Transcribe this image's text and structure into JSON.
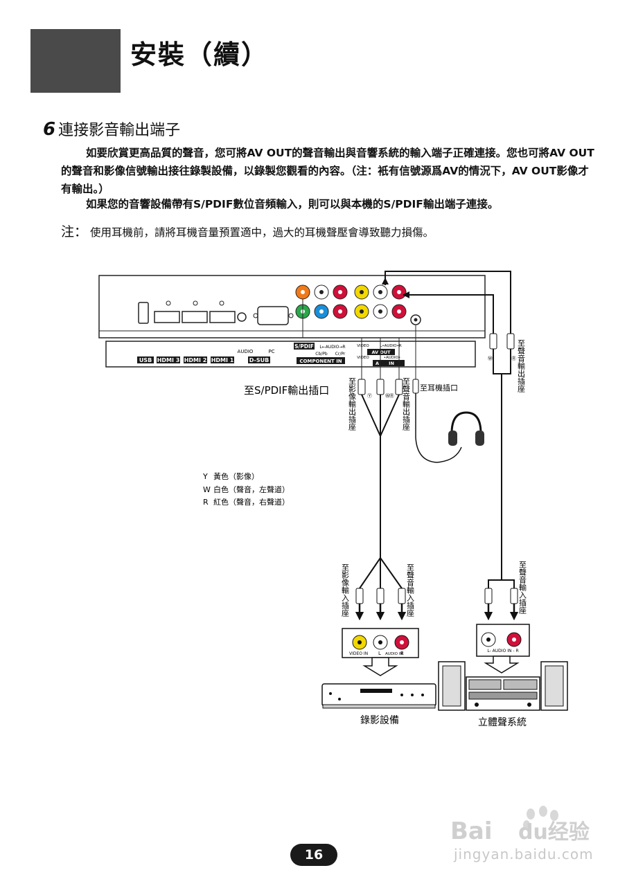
{
  "page": {
    "title": "安裝（續）",
    "page_number": "16",
    "watermark_logo_text": "Baidu经验",
    "watermark_url": "jingyan.baidu.com"
  },
  "section": {
    "number": "6",
    "title": "連接影音輸出端子"
  },
  "paragraphs": {
    "p1": "如要欣賞更高品質的聲音，您可將AV OUT的聲音輸出與音響系統的輸入端子正確連接。您也可將AV OUT的聲音和影像信號輸出接往錄製設備，以錄製您觀看的內容。（注：衹有信號源爲AV的情況下，AV OUT影像才有輸出。）",
    "p2": "如果您的音響設備帶有S/PDIF數位音頻輸入，則可以與本機的S/PDIF輸出端子連接。"
  },
  "note": {
    "label": "注：",
    "text": "使用耳機前，請將耳機音量預置適中，過大的耳機聲壓會導致聽力損傷。"
  },
  "diagram": {
    "ports": {
      "usb": "USB",
      "hdmi3": "HDMI 3",
      "hdmi2": "HDMI 2",
      "hdmi1": "HDMI 1",
      "audio": "AUDIO",
      "pc": "PC",
      "dsub": "D-SUB",
      "spdif": "S/PDIF",
      "audio_lr": "L←AUDIO→R",
      "cb_pb": "Cb/Pb",
      "cr_pr": "Cr/Pr",
      "component_in": "COMPONENT IN",
      "video_top": "VIDEO",
      "audio_lr2": "L•AUDIO•R",
      "av_out": "AV OUT",
      "video_bottom": "VIDEO",
      "audio_mid": "•AUDIO•",
      "av_in_a": "A",
      "av_in": "IN"
    },
    "labels": {
      "to_spdif": "至S/PDIF輸出插口",
      "to_video_out": "至影像輸出插座",
      "to_audio_out_left": "至聲音輸出插座",
      "to_headphone": "至耳機插口",
      "to_audio_out_right": "至聲音輸出插座",
      "to_video_in": "至影像輸入插座",
      "to_audio_in_mid": "至聲音輸入插座",
      "to_audio_in_right": "至聲音輸入插座",
      "recorder": "錄影設備",
      "stereo": "立體聲系統",
      "rec_video_in": "VIDEO IN",
      "rec_l": "L",
      "rec_audio_in": "AUDIO IN",
      "rec_r": "R",
      "stereo_audio_in": "L- AUDIO IN - R"
    },
    "legend": [
      {
        "symbol": "Y",
        "text": "黃色（影像）"
      },
      {
        "symbol": "W",
        "text": "白色（聲音，左聲道）"
      },
      {
        "symbol": "R",
        "text": "紅色（聲音，右聲道）"
      }
    ],
    "colors": {
      "yellow": "#f2d800",
      "white": "#ffffff",
      "red": "#d0103a",
      "green": "#2aa84a",
      "blue": "#1a8fd8",
      "orange": "#f07a1a",
      "panel_dark": "#1a1a1a"
    }
  }
}
